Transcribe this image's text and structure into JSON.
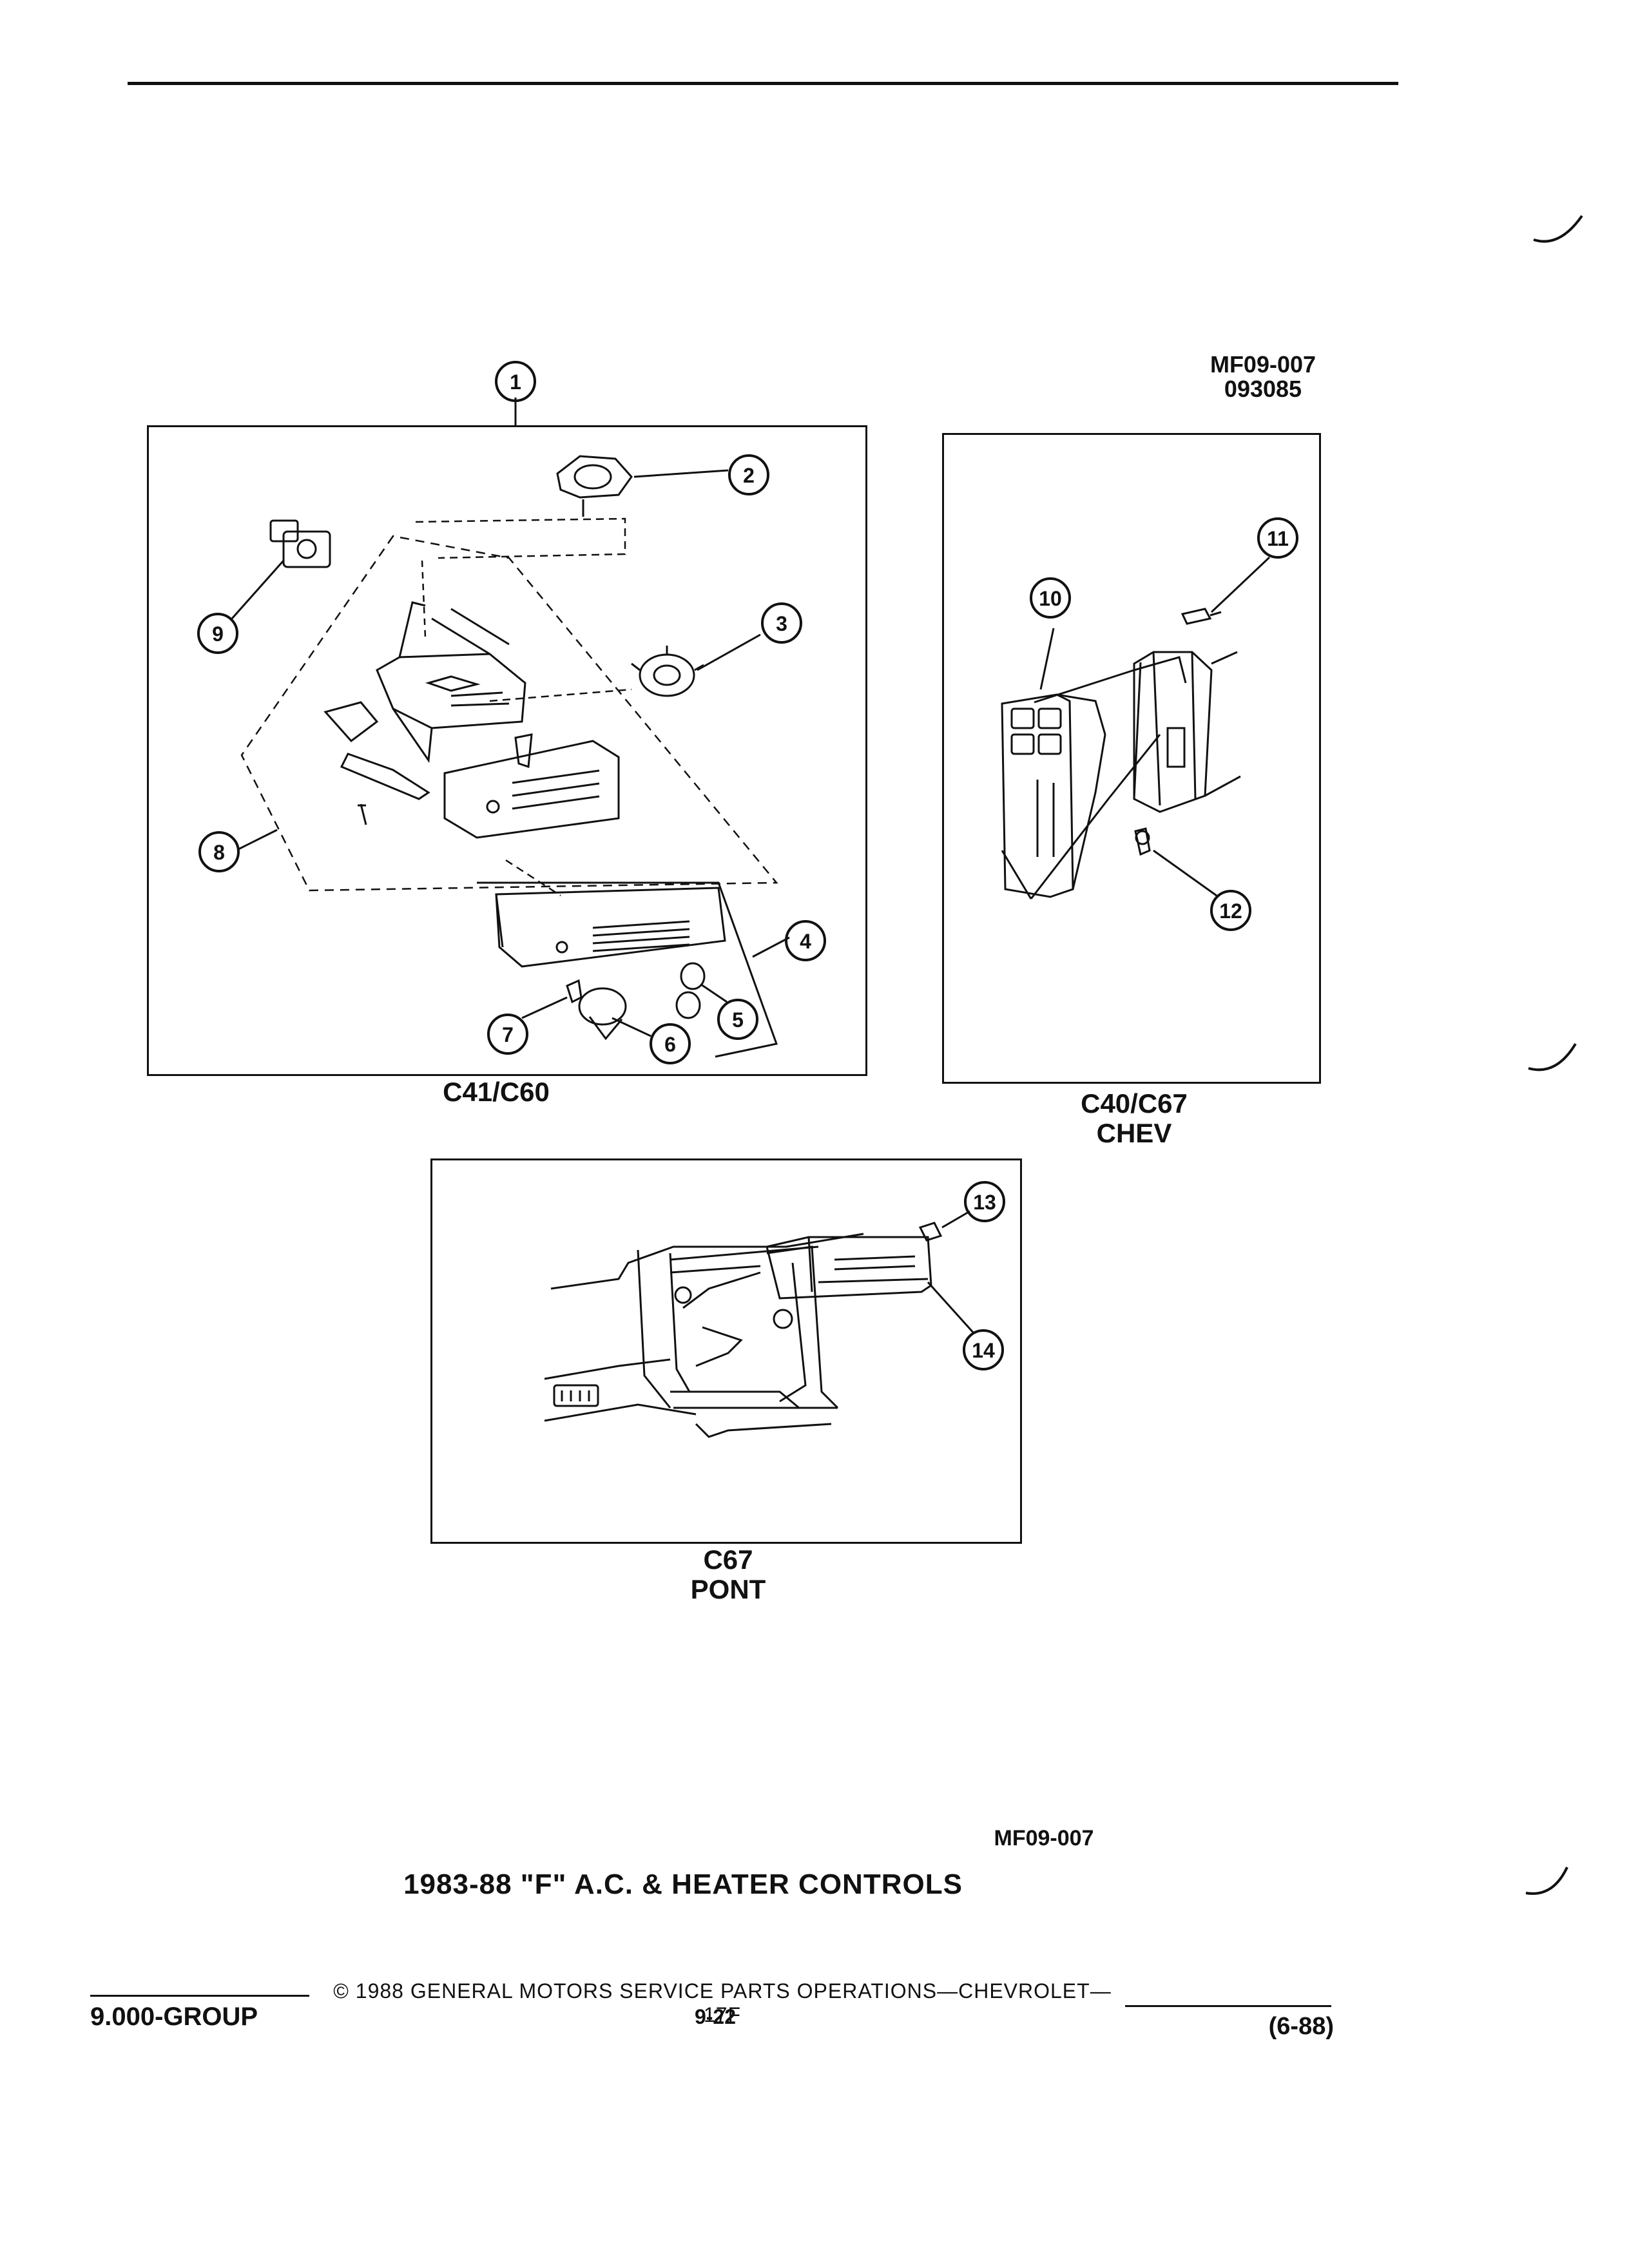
{
  "header": {
    "code_line1": "MF09-007",
    "code_line2": "093085"
  },
  "callouts": [
    "1",
    "2",
    "3",
    "4",
    "5",
    "6",
    "7",
    "8",
    "9",
    "10",
    "11",
    "12",
    "13",
    "14"
  ],
  "panels": {
    "left_caption": "C41/C60",
    "right_caption_line1": "C40/C67",
    "right_caption_line2": "CHEV",
    "bottom_caption_line1": "C67",
    "bottom_caption_line2": "PONT"
  },
  "figure": {
    "code": "MF09-007",
    "title": "1983-88 \"F\" A.C. & HEATER CONTROLS"
  },
  "footer": {
    "group": "9.000-GROUP",
    "copyright": "© 1988 GENERAL MOTORS SERVICE PARTS OPERATIONS—CHEVROLET—17F",
    "page": "9-22",
    "date": "(6-88)"
  }
}
